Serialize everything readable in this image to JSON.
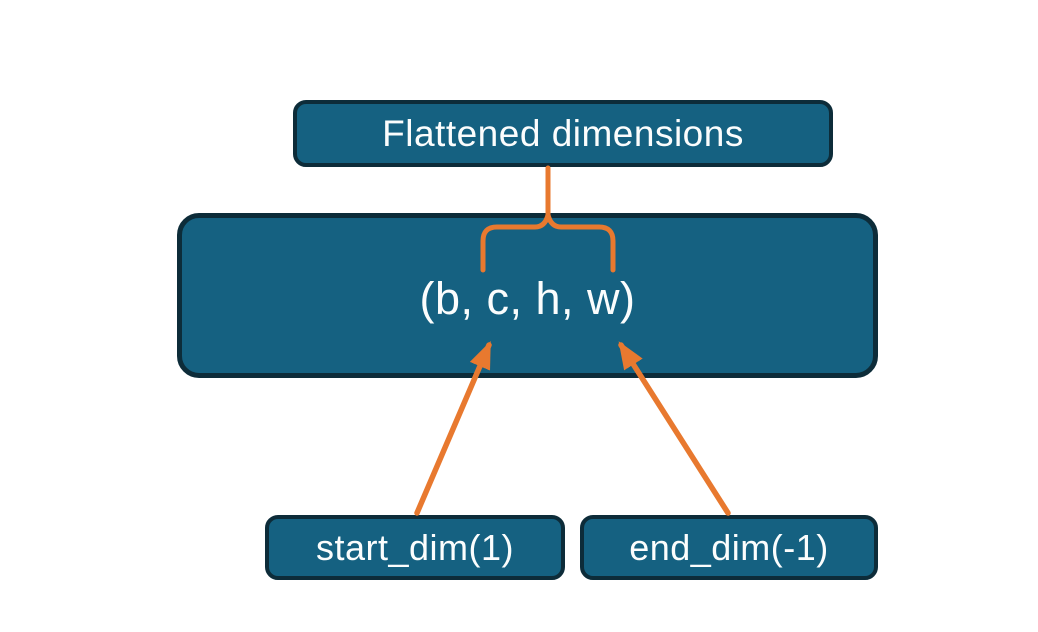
{
  "diagram": {
    "title_box": {
      "label": "Flattened dimensions"
    },
    "tensor_box": {
      "label": "(b, c, h, w)"
    },
    "start_dim_box": {
      "label": "start_dim(1)"
    },
    "end_dim_box": {
      "label": "end_dim(-1)"
    }
  },
  "colors": {
    "box_fill": "#156181",
    "box_border": "#0d2c39",
    "accent_orange": "#e8792f",
    "text_color": "#fbfdfd",
    "background": "#ffffff"
  }
}
